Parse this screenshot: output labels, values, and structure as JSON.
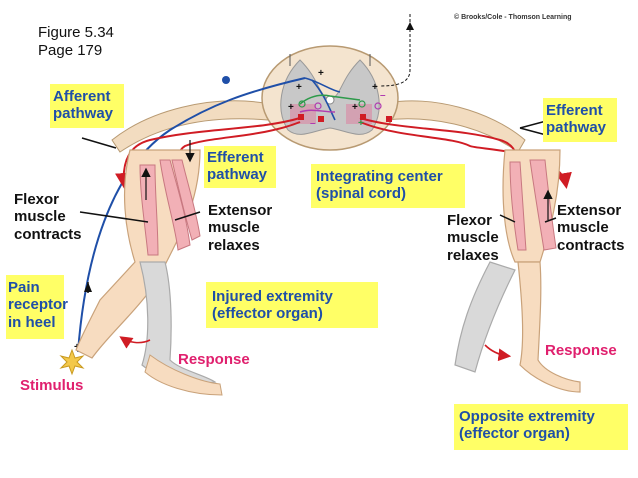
{
  "credit": "© Brooks/Cole - Thomson Learning",
  "figure": {
    "number": "Figure 5.34",
    "page": "Page 179"
  },
  "labels": {
    "afferent_pathway": "Afferent\npathway",
    "efferent_pathway_left": "Efferent\npathway",
    "efferent_pathway_right": "Efferent\npathway",
    "integrating_center": "Integrating center\n(spinal cord)",
    "flexor_contracts": "Flexor\nmuscle\ncontracts",
    "extensor_relaxes": "Extensor\nmuscle\nrelaxes",
    "flexor_relaxes": "Flexor\nmuscle\nrelaxes",
    "extensor_contracts": "Extensor\nmuscle\ncontracts",
    "pain_receptor": "Pain\nreceptor\nin heel",
    "injured_extremity": "Injured extremity\n(effector organ)",
    "response_left": "Response",
    "response_right": "Response",
    "stimulus": "Stimulus",
    "opposite_extremity": "Opposite extremity\n(effector organ)"
  },
  "colors": {
    "afferent": "#1f4fa8",
    "efferent": "#d01c24",
    "highlight": "#ffff66",
    "label_pink": "#e0206e",
    "nerve_tan": "#f2dcc0",
    "muscle": "#f2b0b6",
    "spinal_grey": "#c8c8c8"
  }
}
